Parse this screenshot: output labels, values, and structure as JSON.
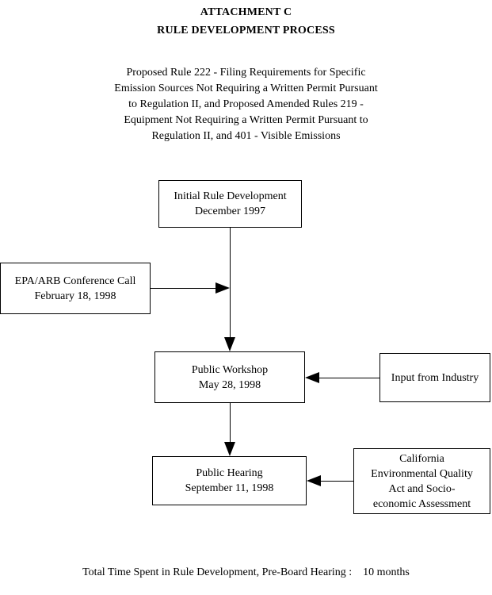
{
  "header": {
    "attachment_label": "ATTACHMENT C",
    "process_title": "RULE DEVELOPMENT PROCESS"
  },
  "subtitle": {
    "lines": [
      "Proposed Rule 222 - Filing Requirements for Specific",
      "Emission Sources Not Requiring a Written Permit Pursuant",
      "to Regulation II, and Proposed Amended Rules 219 -",
      "Equipment Not Requiring a Written Permit Pursuant to",
      "Regulation II, and 401 - Visible Emissions"
    ]
  },
  "flowchart": {
    "nodes": [
      {
        "id": "initial-rule",
        "line1": "Initial Rule Development",
        "line2": "December 1997"
      },
      {
        "id": "epa-arb",
        "line1": "EPA/ARB Conference Call",
        "line2": "February 18, 1998"
      },
      {
        "id": "public-workshop",
        "line1": "Public Workshop",
        "line2": "May 28, 1998"
      },
      {
        "id": "input-industry",
        "line1": "Input from Industry",
        "line2": ""
      },
      {
        "id": "public-hearing",
        "line1": "Public Hearing",
        "line2": "September 11, 1998"
      },
      {
        "id": "ceqa",
        "line1": "California",
        "line2": "Environmental Quality",
        "line3": "Act and Socio-",
        "line4": "economic Assessment"
      }
    ],
    "edges": [
      {
        "from": "initial-rule",
        "to": "public-workshop",
        "direction": "down"
      },
      {
        "from": "epa-arb",
        "to": "public-workshop",
        "direction": "right"
      },
      {
        "from": "public-workshop",
        "to": "public-hearing",
        "direction": "down"
      },
      {
        "from": "input-industry",
        "to": "public-workshop",
        "direction": "left"
      },
      {
        "from": "ceqa",
        "to": "public-hearing",
        "direction": "left"
      }
    ]
  },
  "footer": {
    "text": "Total Time Spent in Rule Development, Pre-Board Hearing :    10 months"
  },
  "colors": {
    "background": "#ffffff",
    "text": "#000000",
    "line": "#000000"
  }
}
